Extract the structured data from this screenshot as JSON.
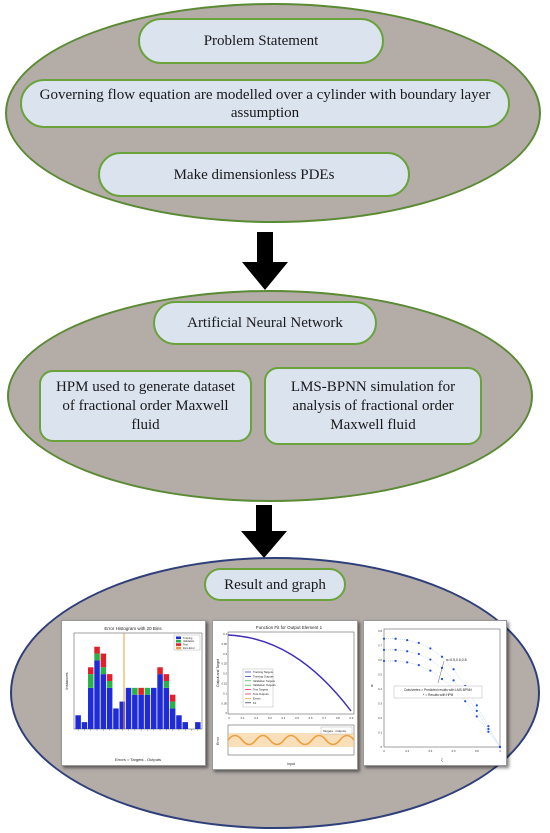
{
  "stage1": {
    "title": "Problem Statement",
    "step1": "Governing flow equation are modelled over a cylinder with boundary layer assumption",
    "step2": "Make dimensionless PDEs"
  },
  "stage2": {
    "title": "Artificial Neural Network",
    "left": "HPM used to generate dataset of fractional order Maxwell fluid",
    "right": "LMS-BPNN simulation for analysis of fractional order Maxwell fluid"
  },
  "stage3": {
    "title": "Result and graph"
  },
  "figures": {
    "histogram": {
      "title": "Error Histogram with 20 Bins",
      "xlabel": "Errors = Targets - Outputs",
      "ylabel": "Instances",
      "legend": [
        "Training",
        "Validation",
        "Test",
        "Zero Error"
      ],
      "colors": [
        "#1f2bd6",
        "#2ab24a",
        "#e0202a",
        "#e8a040"
      ],
      "training": [
        2,
        1,
        6,
        10,
        8,
        6,
        3,
        4,
        6,
        5,
        5,
        5,
        6,
        8,
        6,
        3,
        2,
        1,
        0,
        1
      ],
      "validation": [
        0,
        0,
        2,
        1,
        1,
        1,
        0,
        0,
        0,
        1,
        0,
        1,
        0,
        0,
        1,
        1,
        0,
        0,
        0,
        0
      ],
      "test": [
        0,
        0,
        1,
        1,
        2,
        1,
        0,
        0,
        0,
        0,
        1,
        0,
        0,
        1,
        1,
        1,
        0,
        0,
        0,
        0
      ],
      "zero_error_bin": 10
    },
    "fit": {
      "title": "Function Fit for Output Element 1",
      "ylabel": "Output and Target",
      "xlabel": "Input",
      "error_label": "Error",
      "legend": [
        "Training Targets",
        "Training Outputs",
        "Validation Targets",
        "Validation Outputs",
        "Test Targets",
        "Test Outputs",
        "Errors",
        "Fit"
      ],
      "bottom_legend": "Targets - Outputs",
      "yticks": [
        "0.4",
        "0.35",
        "0.3",
        "0.25",
        "0.2",
        "0.15",
        "0.1",
        "0.05",
        "0"
      ],
      "xticks": [
        "0",
        "0.1",
        "0.2",
        "0.3",
        "0.4",
        "0.5",
        "0.6",
        "0.7",
        "0.8",
        "0.9"
      ]
    },
    "comparison": {
      "annotation_alpha": "α=0.5,0.6,0.8",
      "annotation_text": "Dots/vertex = Predicted results with LMS-BPNN\n+ = Results with HPM",
      "xlabel": "ζ",
      "ylabel": "θ",
      "yticks": [
        "0.8",
        "0.7",
        "0.6",
        "0.5",
        "0.4",
        "0.3",
        "0.2",
        "0.1",
        "0"
      ],
      "xticks": [
        "0",
        "0.2",
        "0.4",
        "0.6",
        "0.8",
        "1"
      ]
    }
  }
}
